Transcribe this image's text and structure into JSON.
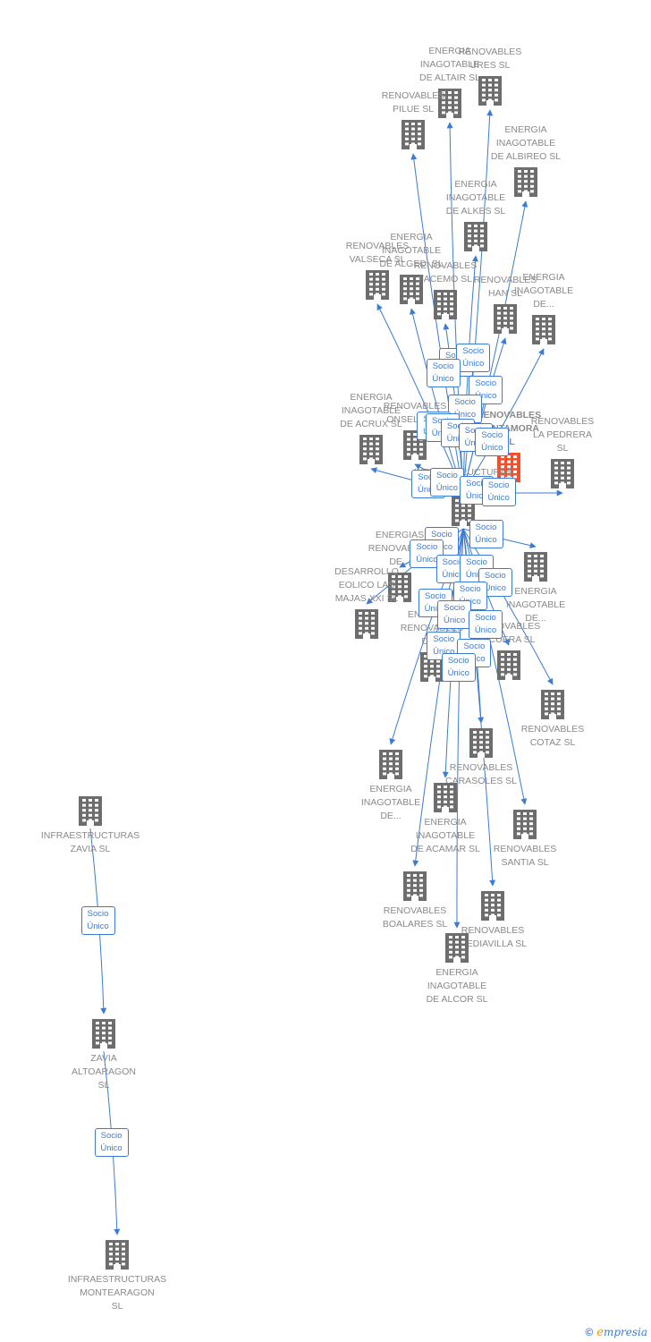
{
  "colors": {
    "edge": "#3a7bd5",
    "building": "#6d6d6d",
    "focus_building": "#f0512c",
    "label": "#8a8a8a"
  },
  "icons": {
    "company": "building-icon",
    "brand": "copyright-icon"
  },
  "relation_label": "Socio\nÚnico",
  "nodes": [
    {
      "id": "altair",
      "label": "ENERGIA\nINAGOTABLE\nDE ALTAIR  SL"
    },
    {
      "id": "ures",
      "label": "RENOVABLES\nURES  SL"
    },
    {
      "id": "pilue",
      "label": "RENOVABLES\nPILUE  SL"
    },
    {
      "id": "albireo",
      "label": "ENERGIA\nINAGOTABLE\nDE ALBIREO  SL"
    },
    {
      "id": "alkes",
      "label": "ENERGIA\nINAGOTABLE\nDE ALKES  SL"
    },
    {
      "id": "valseca",
      "label": "RENOVABLES\nVALSECA  SL"
    },
    {
      "id": "algedi",
      "label": "ENERGIA\nINAGOTABLE\nDE ALGEDI  SL"
    },
    {
      "id": "facemo",
      "label": "RENOVABLES\nFACEMO  SL"
    },
    {
      "id": "han",
      "label": "RENOVABLES\nHAN  SL"
    },
    {
      "id": "de_top",
      "label": "ENERGIA\nINAGOTABLE\nDE..."
    },
    {
      "id": "acrux",
      "label": "ENERGIA\nINAGOTABLE\nDE ACRUX  SL"
    },
    {
      "id": "onsella",
      "label": "RENOVABLES\nONSELLA  SL"
    },
    {
      "id": "cantamora",
      "label": "RENOVABLES\nCANTAMORA\nSL",
      "focus": true
    },
    {
      "id": "pedrera",
      "label": "RENOVABLES\nLA PEDRERA\nSL"
    },
    {
      "id": "arba",
      "label": "INFRAESTRUCTURAS\nARBA  SL"
    },
    {
      "id": "de_mid",
      "label": "ENERGIA\nINAGOTABLE\nDE..."
    },
    {
      "id": "energias_a",
      "label": "ENERGIAS\nRENOVABLES\nDE..."
    },
    {
      "id": "desarrollo",
      "label": "DESARROLLO\nEOLICO LAS\nMAJAS XXI  SL"
    },
    {
      "id": "energias_b",
      "label": "ENERGIAS\nRENOVABLES\nDE..."
    },
    {
      "id": "acuera",
      "label": "RENOVABLES\nACUERA  SL"
    },
    {
      "id": "cotaz",
      "label": "RENOVABLES\nCOTAZ  SL"
    },
    {
      "id": "de_low",
      "label": "ENERGIA\nINAGOTABLE\nDE..."
    },
    {
      "id": "carasoles",
      "label": "RENOVABLES\nCARASOLES  SL"
    },
    {
      "id": "acamar",
      "label": "ENERGIA\nINAGOTABLE\nDE ACAMAR  SL"
    },
    {
      "id": "santia",
      "label": "RENOVABLES\nSANTIA  SL"
    },
    {
      "id": "boalares",
      "label": "RENOVABLES\nBOALARES  SL"
    },
    {
      "id": "mediavilla",
      "label": "RENOVABLES\nMEDIAVILLA  SL"
    },
    {
      "id": "alcor",
      "label": "ENERGIA\nINAGOTABLE\nDE ALCOR  SL"
    },
    {
      "id": "zavia",
      "label": "INFRAESTRUCTURAS\nZAVIA SL"
    },
    {
      "id": "altoaragon",
      "label": "ZAVIA\nALTOARAGON\nSL"
    },
    {
      "id": "montearagon",
      "label": "INFRAESTRUCTURAS\nMONTEARAGON\nSL"
    }
  ],
  "edges": [
    {
      "from": "arba",
      "to": "altair"
    },
    {
      "from": "arba",
      "to": "ures"
    },
    {
      "from": "arba",
      "to": "pilue"
    },
    {
      "from": "arba",
      "to": "albireo"
    },
    {
      "from": "arba",
      "to": "alkes"
    },
    {
      "from": "arba",
      "to": "valseca"
    },
    {
      "from": "arba",
      "to": "algedi"
    },
    {
      "from": "arba",
      "to": "facemo"
    },
    {
      "from": "arba",
      "to": "han"
    },
    {
      "from": "arba",
      "to": "de_top"
    },
    {
      "from": "arba",
      "to": "acrux"
    },
    {
      "from": "arba",
      "to": "onsella"
    },
    {
      "from": "arba",
      "to": "cantamora"
    },
    {
      "from": "arba",
      "to": "pedrera"
    },
    {
      "from": "arba",
      "to": "de_mid"
    },
    {
      "from": "arba",
      "to": "energias_a"
    },
    {
      "from": "arba",
      "to": "desarrollo"
    },
    {
      "from": "arba",
      "to": "energias_b"
    },
    {
      "from": "arba",
      "to": "acuera"
    },
    {
      "from": "arba",
      "to": "cotaz"
    },
    {
      "from": "arba",
      "to": "de_low"
    },
    {
      "from": "arba",
      "to": "carasoles"
    },
    {
      "from": "arba",
      "to": "acamar"
    },
    {
      "from": "arba",
      "to": "santia"
    },
    {
      "from": "arba",
      "to": "boalares"
    },
    {
      "from": "arba",
      "to": "mediavilla"
    },
    {
      "from": "arba",
      "to": "alcor"
    },
    {
      "from": "zavia",
      "to": "altoaragon"
    },
    {
      "from": "altoaragon",
      "to": "montearagon"
    }
  ],
  "brand": {
    "symbol": "©",
    "initial": "e",
    "rest": "mpresia"
  }
}
